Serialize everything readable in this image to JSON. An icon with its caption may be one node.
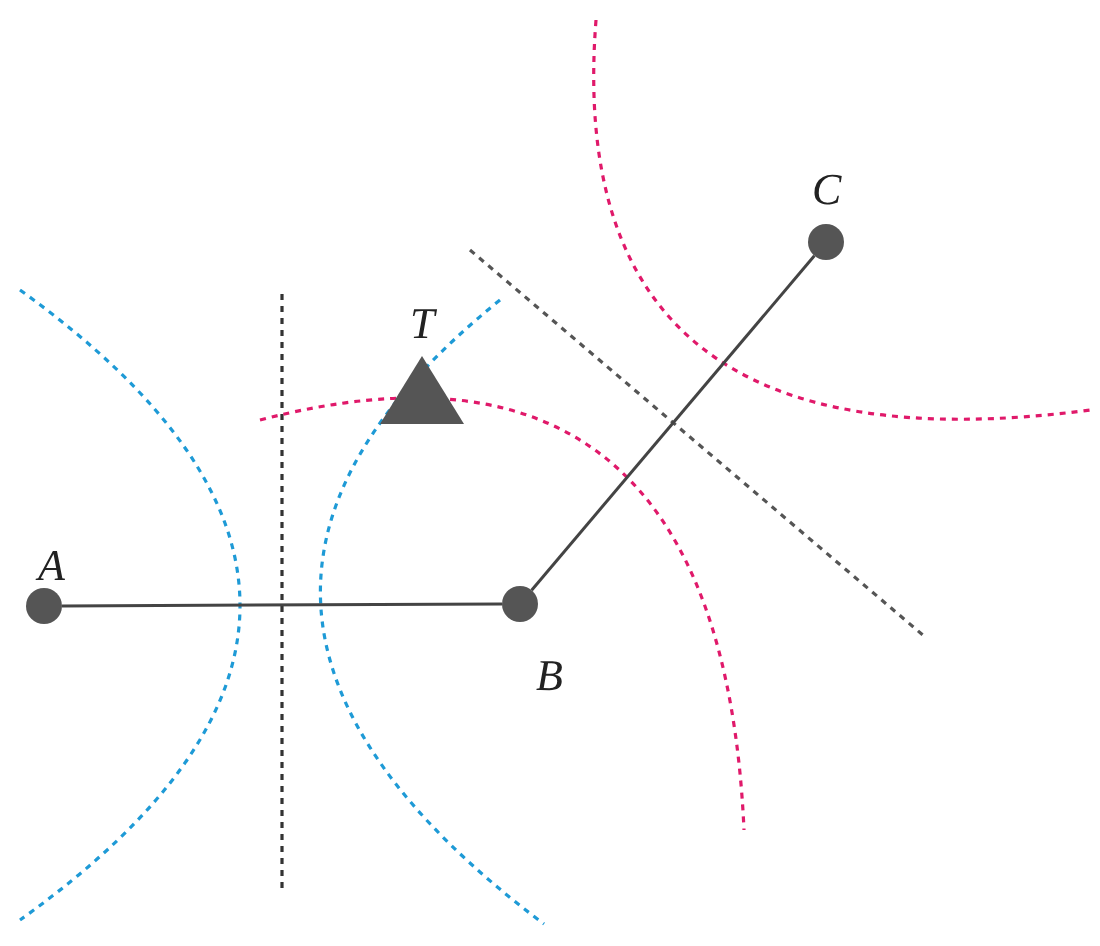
{
  "diagram": {
    "nodes": [
      {
        "text": [
          "A"
        ]
      },
      {
        "text": [
          "B"
        ]
      },
      {
        "text": [
          "C"
        ]
      },
      {
        "text": [
          "T"
        ]
      }
    ],
    "edges": [
      {
        "from": 0,
        "to": 1,
        "arrow": "none"
      },
      {
        "from": 1,
        "to": 2,
        "arrow": "none"
      }
    ]
  }
}
